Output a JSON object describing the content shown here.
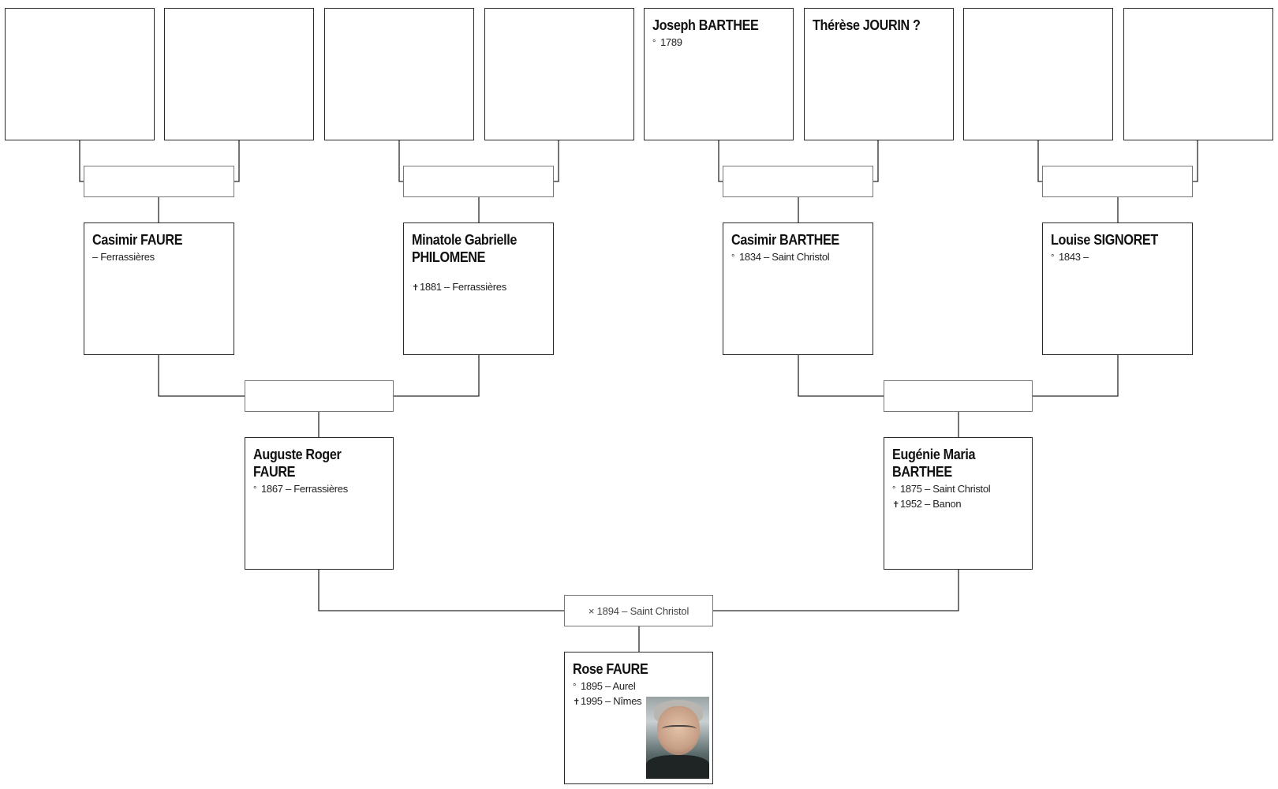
{
  "persons": {
    "p1": {
      "name": "Rose FAURE",
      "birth": "1895 – Aurel",
      "death": "1995 – Nîmes",
      "has_photo": true
    },
    "p2": {
      "name": "Auguste Roger FAURE",
      "birth": "1867 – Ferrassières"
    },
    "p3": {
      "name": "Eugénie Maria\nBARTHEE",
      "birth": "1875 – Saint Christol",
      "death": "1952 – Banon"
    },
    "p4": {
      "name": "Casimir FAURE",
      "place": "– Ferrassières"
    },
    "p5": {
      "name": "Minatole Gabrielle\nPHILOMENE",
      "death": "1881 – Ferrassières"
    },
    "p6": {
      "name": "Casimir BARTHEE",
      "birth": "1834 – Saint Christol"
    },
    "p7": {
      "name": "Louise SIGNORET",
      "birth": "1843 –"
    },
    "p8": {
      "name": ""
    },
    "p9": {
      "name": ""
    },
    "p10": {
      "name": ""
    },
    "p11": {
      "name": ""
    },
    "p12": {
      "name": "Joseph BARTHEE",
      "birth": "1789"
    },
    "p13": {
      "name": "Thérèse JOURIN ?"
    },
    "p14": {
      "name": ""
    },
    "p15": {
      "name": ""
    }
  },
  "unions": {
    "u1": {
      "text": "× 1894 – Saint Christol"
    },
    "u2": {
      "text": ""
    },
    "u3": {
      "text": ""
    },
    "u4": {
      "text": ""
    },
    "u5": {
      "text": ""
    },
    "u6": {
      "text": ""
    },
    "u7": {
      "text": ""
    }
  },
  "symbols": {
    "birth": "°",
    "death": "✝"
  },
  "colors": {
    "line": "#2a2a2a",
    "union_border": "#777777",
    "background": "#ffffff"
  }
}
